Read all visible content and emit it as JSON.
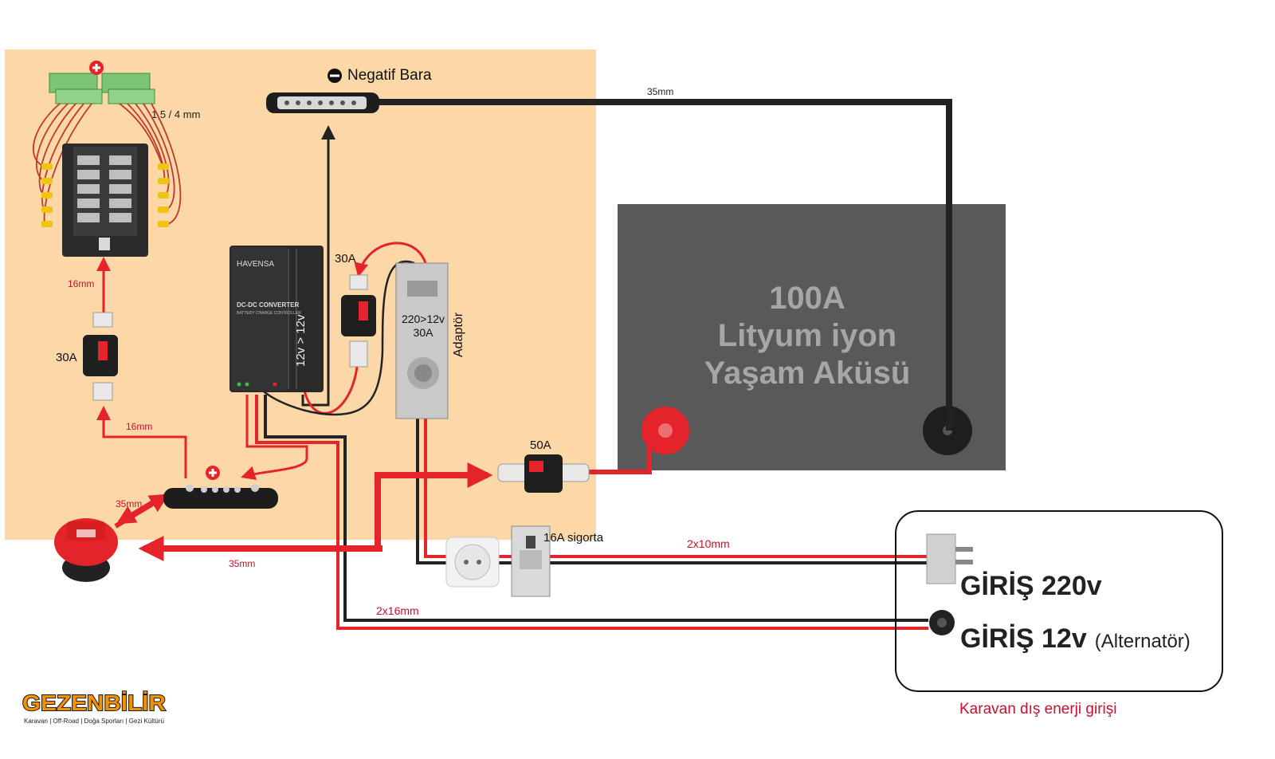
{
  "colors": {
    "panel_bg": "#fcd7a8",
    "battery": "#595959",
    "wire_red": "#e4232a",
    "wire_black": "#222222",
    "terminal_green": "#7cc576",
    "fuse_yellow": "#f1c40f",
    "logo_orange": "#f39200",
    "caption_red": "#c8102e"
  },
  "labels": {
    "negative_bus": "Negatif Bara",
    "cable_35_top": "35mm",
    "terminal_size": "1,5 / 4 mm",
    "cable_16_upper": "16mm",
    "cable_16_lower": "16mm",
    "fuse_left": "30A",
    "fuse_mid": "30A",
    "fuse_main": "50A",
    "adapter_spec_line1": "220>12v",
    "adapter_spec_line2": "30A",
    "adapter_name": "Adaptör",
    "converter_rating": "12v > 12v",
    "converter_brand": "HAVENSA",
    "converter_title": "DC-DC CONVERTER",
    "converter_subtitle": "BATTERY CHARGE CONTROLLER",
    "battery_line1": "100A",
    "battery_line2": "Lityum iyon",
    "battery_line3": "Yaşam Aküsü",
    "cable_35_switch_upper": "35mm",
    "cable_35_switch_lower": "35mm",
    "breaker": "16A sigorta",
    "cable_2x10": "2x10mm",
    "cable_2x16": "2x16mm",
    "input_220": "GİRİŞ 220v",
    "input_12": "GİRİŞ 12v",
    "input_12_note": "(Alternatör)",
    "external_caption": "Karavan dış enerji girişi",
    "logo_text": "GEZENBİLİR",
    "logo_tagline": "Karavan | Off-Road | Doğa Sporları | Gezi Kültürü"
  }
}
